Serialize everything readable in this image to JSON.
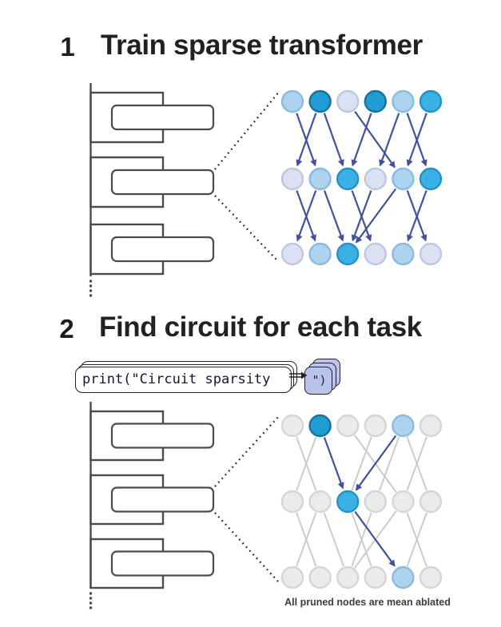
{
  "step1": {
    "badge": "1",
    "title": "Train sparse transformer"
  },
  "step2": {
    "badge": "2",
    "title": "Find circuit for each task",
    "code_text": "print(\"Circuit sparsity",
    "code_suffix": "\")",
    "caption": "All pruned nodes are mean ablated"
  },
  "palette": {
    "pale": {
      "fill": "#dbe1f3",
      "stroke": "#bdc7e3"
    },
    "light": {
      "fill": "#aed3ef",
      "stroke": "#8abae2"
    },
    "medium": {
      "fill": "#3bb0e5",
      "stroke": "#2590c7"
    },
    "strong": {
      "fill": "#1f9cd2",
      "stroke": "#17719e"
    },
    "gray": {
      "fill": "#ebebeb",
      "stroke": "#d5d5d7"
    },
    "edge_active": "#3f51a0",
    "edge_gray": "#cbcbcb",
    "diagram_stroke": "#4b4b4d",
    "connector_dot": "#161616",
    "card_fill": "#bac3ea"
  },
  "networks": {
    "trained": {
      "node_rows": [
        [
          "light",
          "strong",
          "pale",
          "strong",
          "light",
          "medium"
        ],
        [
          "pale",
          "light",
          "medium",
          "pale",
          "light",
          "medium"
        ],
        [
          "pale",
          "light",
          "medium",
          "pale",
          "light",
          "pale"
        ]
      ],
      "edges": [
        {
          "layer": 0,
          "from": 0,
          "to": 1,
          "style": "active"
        },
        {
          "layer": 0,
          "from": 1,
          "to": 0,
          "style": "active"
        },
        {
          "layer": 0,
          "from": 1,
          "to": 2,
          "style": "active"
        },
        {
          "layer": 0,
          "from": 2,
          "to": 4,
          "style": "active"
        },
        {
          "layer": 0,
          "from": 3,
          "to": 2,
          "style": "active"
        },
        {
          "layer": 0,
          "from": 4,
          "to": 3,
          "style": "active"
        },
        {
          "layer": 0,
          "from": 4,
          "to": 5,
          "style": "active"
        },
        {
          "layer": 0,
          "from": 5,
          "to": 4,
          "style": "active"
        },
        {
          "layer": 1,
          "from": 0,
          "to": 1,
          "style": "active"
        },
        {
          "layer": 1,
          "from": 1,
          "to": 0,
          "style": "active"
        },
        {
          "layer": 1,
          "from": 1,
          "to": 2,
          "style": "active"
        },
        {
          "layer": 1,
          "from": 2,
          "to": 3,
          "style": "active"
        },
        {
          "layer": 1,
          "from": 3,
          "to": 2,
          "style": "active"
        },
        {
          "layer": 1,
          "from": 4,
          "to": 2,
          "style": "active"
        },
        {
          "layer": 1,
          "from": 4,
          "to": 5,
          "style": "active"
        },
        {
          "layer": 1,
          "from": 5,
          "to": 4,
          "style": "active"
        }
      ]
    },
    "circuit": {
      "node_rows": [
        [
          "gray",
          "strong",
          "gray",
          "gray",
          "light",
          "gray"
        ],
        [
          "gray",
          "gray",
          "medium",
          "gray",
          "gray",
          "gray"
        ],
        [
          "gray",
          "gray",
          "gray",
          "gray",
          "light",
          "gray"
        ]
      ],
      "edges": [
        {
          "layer": 0,
          "from": 0,
          "to": 1,
          "style": "gray"
        },
        {
          "layer": 0,
          "from": 1,
          "to": 0,
          "style": "gray"
        },
        {
          "layer": 0,
          "from": 2,
          "to": 4,
          "style": "gray"
        },
        {
          "layer": 0,
          "from": 3,
          "to": 2,
          "style": "gray"
        },
        {
          "layer": 0,
          "from": 4,
          "to": 3,
          "style": "gray"
        },
        {
          "layer": 0,
          "from": 4,
          "to": 5,
          "style": "gray"
        },
        {
          "layer": 0,
          "from": 5,
          "to": 4,
          "style": "gray"
        },
        {
          "layer": 0,
          "from": 1,
          "to": 2,
          "style": "active"
        },
        {
          "layer": 0,
          "from": 4,
          "to": 2,
          "style": "active"
        },
        {
          "layer": 1,
          "from": 0,
          "to": 1,
          "style": "gray"
        },
        {
          "layer": 1,
          "from": 1,
          "to": 0,
          "style": "gray"
        },
        {
          "layer": 1,
          "from": 1,
          "to": 2,
          "style": "gray"
        },
        {
          "layer": 1,
          "from": 2,
          "to": 3,
          "style": "gray"
        },
        {
          "layer": 1,
          "from": 3,
          "to": 2,
          "style": "gray"
        },
        {
          "layer": 1,
          "from": 4,
          "to": 2,
          "style": "gray"
        },
        {
          "layer": 1,
          "from": 4,
          "to": 5,
          "style": "gray"
        },
        {
          "layer": 1,
          "from": 5,
          "to": 4,
          "style": "gray"
        },
        {
          "layer": 1,
          "from": 2,
          "to": 4,
          "style": "active"
        }
      ]
    }
  }
}
